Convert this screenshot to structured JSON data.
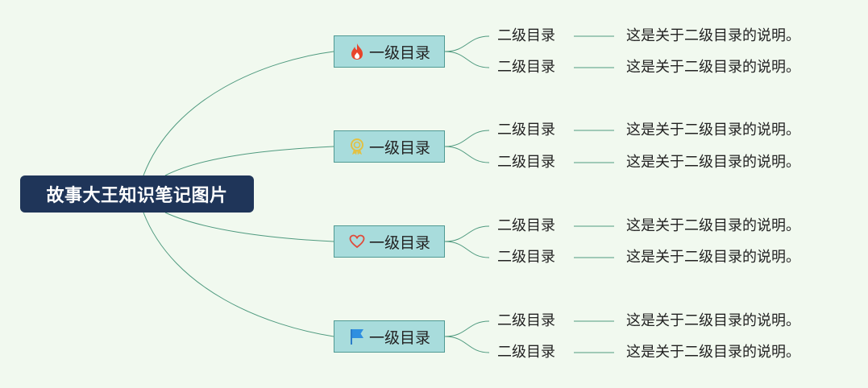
{
  "root": {
    "label": "故事大王知识笔记图片"
  },
  "branches": [
    {
      "icon": "fire-icon",
      "label": "一级目录",
      "children": [
        {
          "label": "二级目录",
          "description": "这是关于二级目录的说明。"
        },
        {
          "label": "二级目录",
          "description": "这是关于二级目录的说明。"
        }
      ]
    },
    {
      "icon": "award-medal-icon",
      "label": "一级目录",
      "children": [
        {
          "label": "二级目录",
          "description": "这是关于二级目录的说明。"
        },
        {
          "label": "二级目录",
          "description": "这是关于二级目录的说明。"
        }
      ]
    },
    {
      "icon": "heart-icon",
      "label": "一级目录",
      "children": [
        {
          "label": "二级目录",
          "description": "这是关于二级目录的说明。"
        },
        {
          "label": "二级目录",
          "description": "这是关于二级目录的说明。"
        }
      ]
    },
    {
      "icon": "flag-icon",
      "label": "一级目录",
      "children": [
        {
          "label": "二级目录",
          "description": "这是关于二级目录的说明。"
        },
        {
          "label": "二级目录",
          "description": "这是关于二级目录的说明。"
        }
      ]
    }
  ],
  "colors": {
    "background": "#f1f9ef",
    "root_fill": "#1f3559",
    "branch_fill": "#a8dcdc",
    "connector": "#4f9a7f"
  }
}
